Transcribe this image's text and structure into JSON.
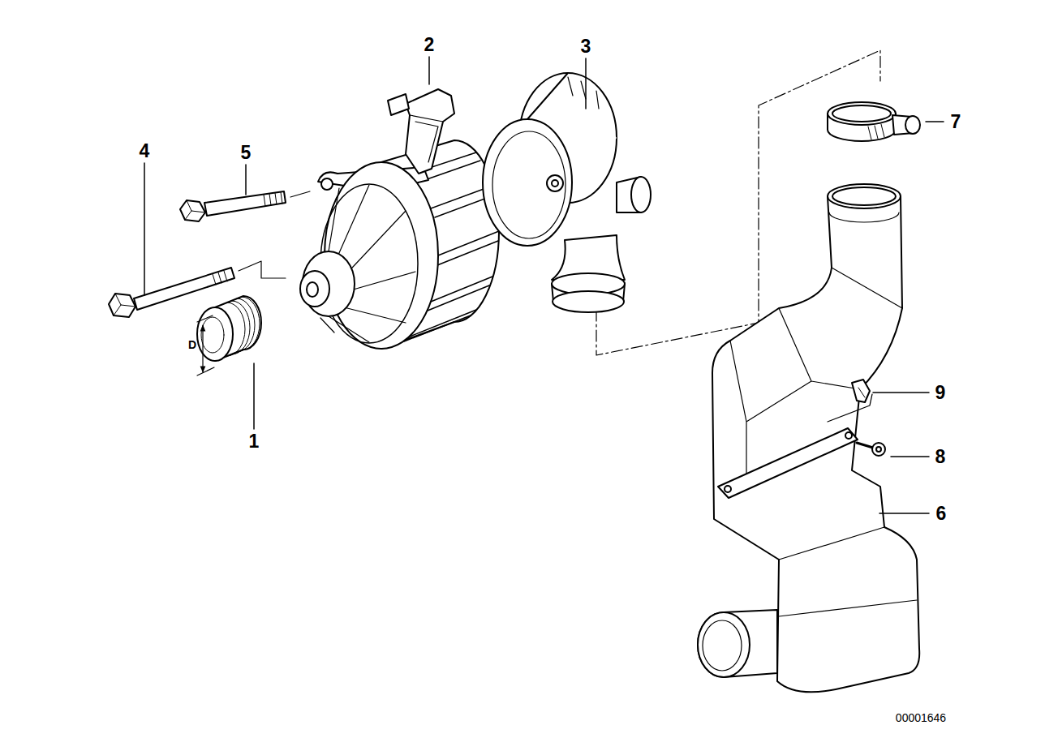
{
  "diagram": {
    "labels": [
      "1",
      "2",
      "3",
      "4",
      "5",
      "6",
      "7",
      "8",
      "9",
      "D",
      "00001646"
    ]
  }
}
